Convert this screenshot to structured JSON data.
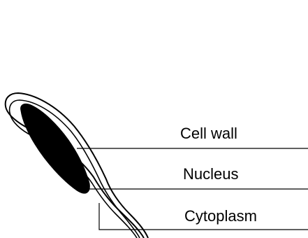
{
  "diagram": {
    "labels": {
      "cell_wall": "Cell wall",
      "nucleus": "Nucleus",
      "cytoplasm": "Cytoplasm"
    },
    "colors": {
      "stroke": "#000000",
      "nucleus_fill": "#000000",
      "background": "#ffffff"
    }
  }
}
